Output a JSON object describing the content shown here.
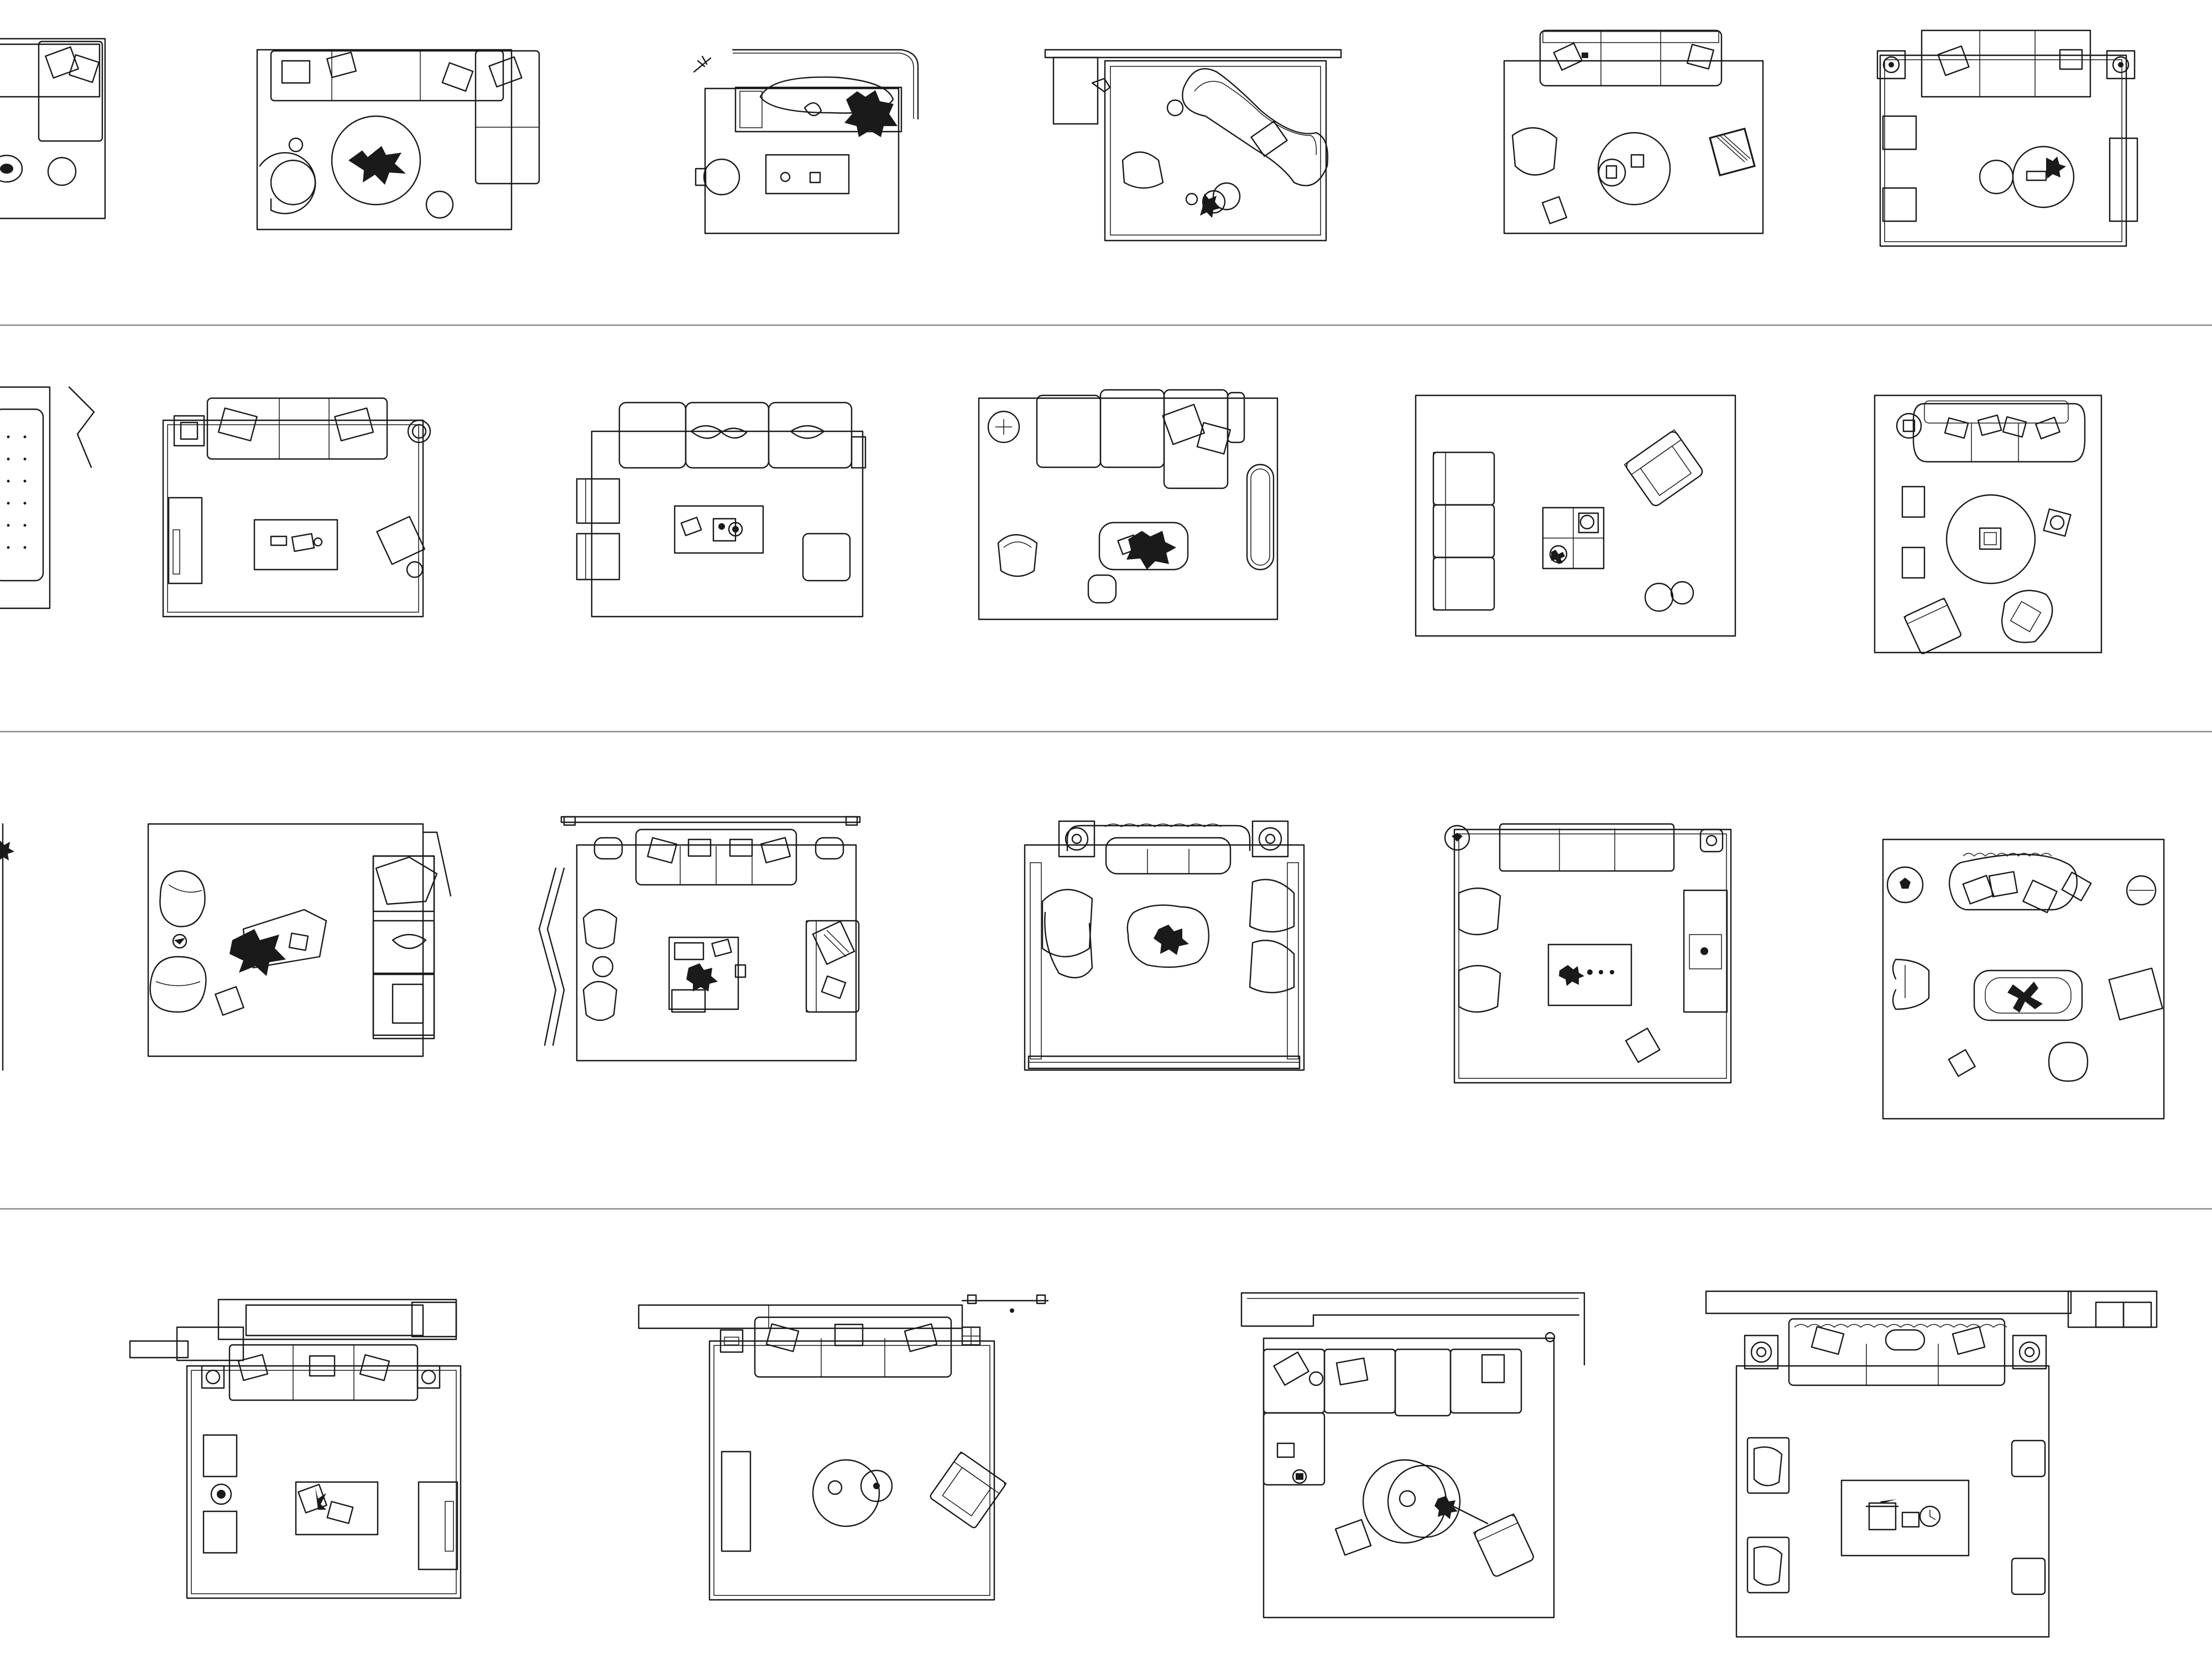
{
  "sheet": {
    "line_color": "#1a1a1a",
    "background": "#ffffff",
    "separator_color": "#8a8a8a",
    "rows": 4,
    "plans_per_row": [
      6,
      6,
      6,
      4
    ]
  }
}
